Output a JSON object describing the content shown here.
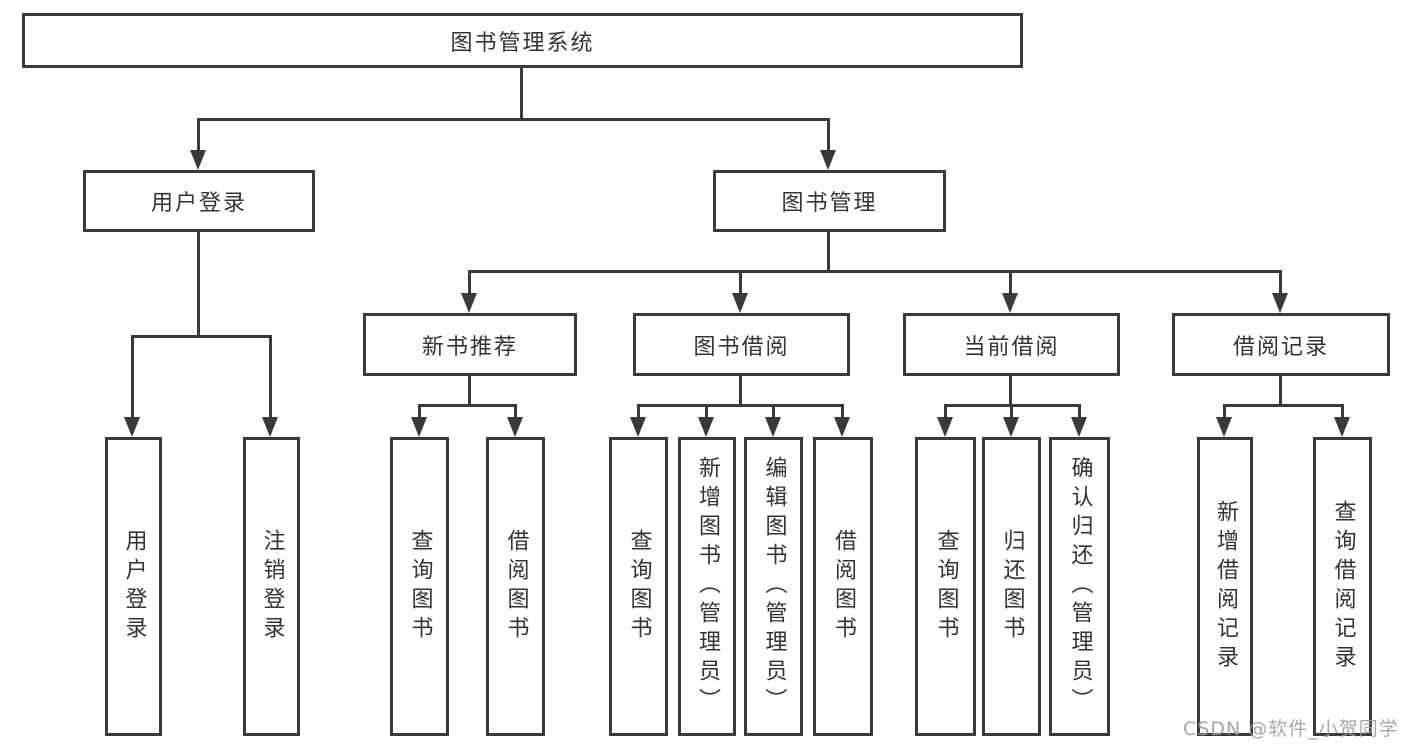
{
  "diagram": {
    "type": "hierarchy-tree",
    "root": {
      "label": "图书管理系统"
    },
    "branches": [
      {
        "label": "用户登录",
        "children": [
          {
            "label": "用户登录"
          },
          {
            "label": "注销登录"
          }
        ]
      },
      {
        "label": "图书管理",
        "children": [
          {
            "label": "新书推荐",
            "children": [
              {
                "label": "查询图书"
              },
              {
                "label": "借阅图书"
              }
            ]
          },
          {
            "label": "图书借阅",
            "children": [
              {
                "label": "查询图书"
              },
              {
                "label": "新增图书（管理员）"
              },
              {
                "label": "编辑图书（管理员）"
              },
              {
                "label": "借阅图书"
              }
            ]
          },
          {
            "label": "当前借阅",
            "children": [
              {
                "label": "查询图书"
              },
              {
                "label": "归还图书"
              },
              {
                "label": "确认归还（管理员）"
              }
            ]
          },
          {
            "label": "借阅记录",
            "children": [
              {
                "label": "新增借阅记录"
              },
              {
                "label": "查询借阅记录"
              }
            ]
          }
        ]
      }
    ]
  },
  "watermark": {
    "text": "CSDN @软件_小贺同学"
  },
  "colors": {
    "line": "#3a3a3a",
    "text": "#333333",
    "watermark": "#9e9e9e",
    "background": "#ffffff"
  }
}
